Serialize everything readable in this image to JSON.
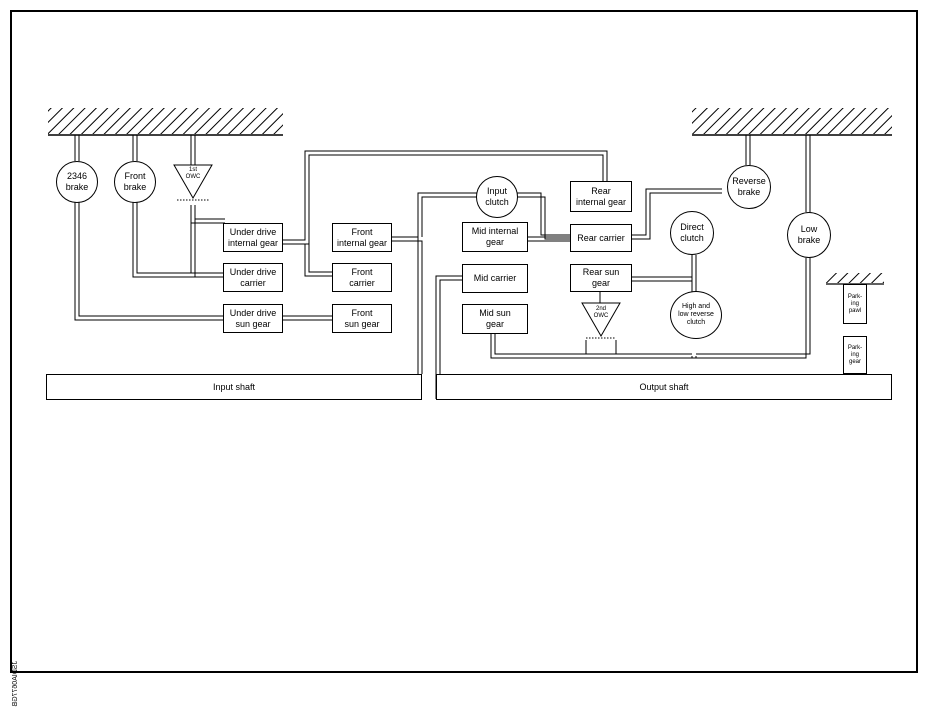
{
  "diagram": {
    "code": "JSDIA0677GB",
    "shafts": {
      "input": "Input shaft",
      "output": "Output shaft"
    },
    "elements": {
      "brake_2346": "2346\nbrake",
      "front_brake": "Front\nbrake",
      "owc_1st": "1st\nOWC",
      "under_drive_internal_gear": "Under drive\ninternal gear",
      "under_drive_carrier": "Under drive\ncarrier",
      "under_drive_sun_gear": "Under drive\nsun gear",
      "front_internal_gear": "Front\ninternal gear",
      "front_carrier": "Front\ncarrier",
      "front_sun_gear": "Front\nsun gear",
      "input_clutch": "Input\nclutch",
      "mid_internal_gear": "Mid internal\ngear",
      "mid_carrier": "Mid carrier",
      "mid_sun_gear": "Mid sun\ngear",
      "rear_internal_gear": "Rear\ninternal gear",
      "rear_carrier": "Rear carrier",
      "rear_sun_gear": "Rear sun\ngear",
      "owc_2nd": "2nd\nOWC",
      "direct_clutch": "Direct\nclutch",
      "reverse_brake": "Reverse\nbrake",
      "low_brake": "Low\nbrake",
      "high_low_reverse_clutch": "High and\nlow reverse\nclutch",
      "parking_pawl": "Park-\ning\npawl",
      "parking_gear": "Park-\ning\ngear"
    }
  }
}
